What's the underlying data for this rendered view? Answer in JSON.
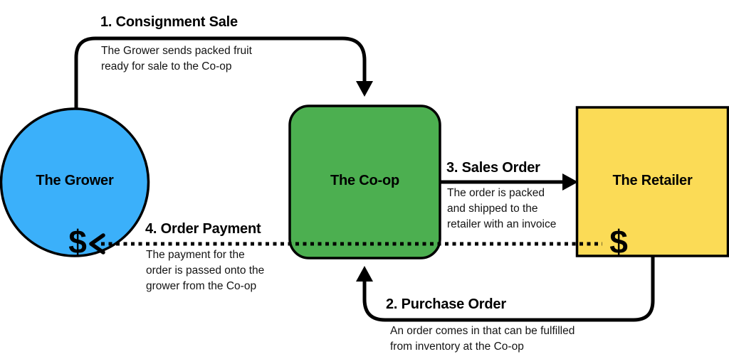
{
  "diagram": {
    "nodes": {
      "grower": {
        "label": "The Grower"
      },
      "coop": {
        "label": "The Co-op"
      },
      "retailer": {
        "label": "The Retailer"
      }
    },
    "steps": {
      "s1": {
        "title": "1. Consignment Sale",
        "desc": "The Grower sends packed fruit\nready for sale to the Co-op"
      },
      "s2": {
        "title": "2. Purchase Order",
        "desc": "An order comes in that can be fulfilled\nfrom inventory at the Co-op"
      },
      "s3": {
        "title": "3. Sales Order",
        "desc": "The order is packed\nand shipped to the\nretailer with an invoice"
      },
      "s4": {
        "title": "4. Order Payment",
        "desc": "The payment for the\norder is passed onto the\ngrower from the Co-op"
      }
    },
    "currency_symbol": "$",
    "colors": {
      "grower": "#3BB0FA",
      "coop": "#4CAF50",
      "retailer": "#FBDB56",
      "line": "#000000"
    }
  }
}
